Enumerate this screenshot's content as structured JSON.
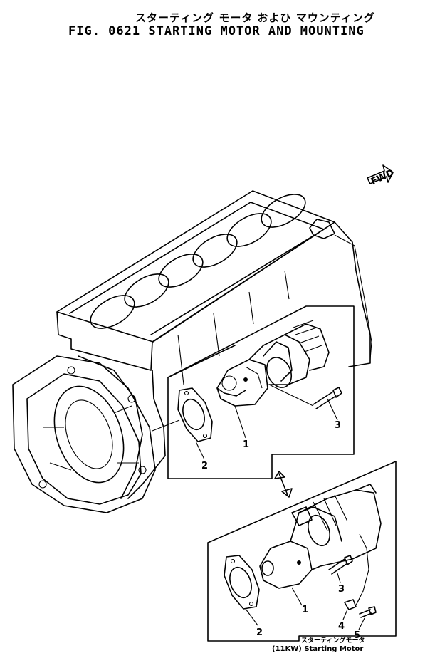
{
  "header": {
    "title_jp": "スターティング モータ およひ マウンティング",
    "title_fig": "FIG. 0621  STARTING MOTOR AND MOUNTING"
  },
  "badge": {
    "fwd": "FWD",
    "icon": "fwd-arrow-icon"
  },
  "callouts": {
    "upper": {
      "motor": "1",
      "gasket": "2",
      "bolt": "3"
    },
    "lower": {
      "motor": "1",
      "gasket": "2",
      "bolt": "3",
      "clamp": "4",
      "screw": "5"
    }
  },
  "caption": {
    "jp": "スターティングモータ",
    "en": "(11KW) Starting Motor"
  }
}
